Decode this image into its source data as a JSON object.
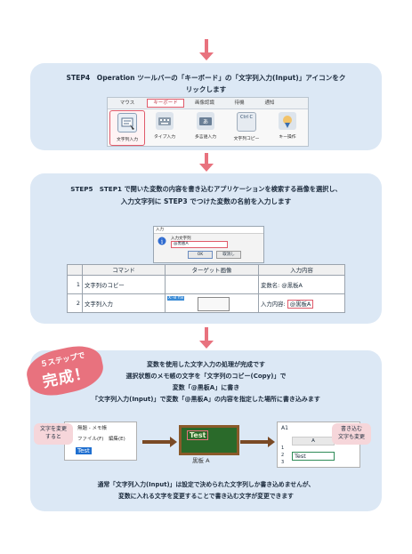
{
  "colors": {
    "accent_pink": "#e8727e",
    "panel_blue": "#dce8f5",
    "board_green": "#2a6a2a",
    "board_frame": "#8a5a2a"
  },
  "step4": {
    "line1": "STEP4　Operation ツールバーの「キーボード」の「文字列入力(Input)」アイコンをク",
    "line2": "リックします",
    "tabs": [
      "マウス",
      "キーボード",
      "画像認識",
      "待機",
      "通知"
    ],
    "items": [
      {
        "label": "文字列入力",
        "icon": "text-input-icon"
      },
      {
        "label": "タイプ入力",
        "icon": "type-input-icon"
      },
      {
        "label": "多言語入力",
        "icon": "multilang-input-icon"
      },
      {
        "label": "文字列コピー",
        "icon": "ctrl-c-icon",
        "icon_text": "Ctrl C"
      },
      {
        "label": "キー操作",
        "icon": "key-press-icon"
      }
    ]
  },
  "step5": {
    "line1": "STEP5　STEP1 で開いた変数の内容を書き込むアプリケーションを検索する画像を選択し、",
    "line2": "入力文字列に STEP3 でつけた変数の名前を入力します",
    "dialog": {
      "title": "入力",
      "field_label": "入力文字列",
      "field_value": "@黒板A",
      "ok": "OK",
      "cancel": "取消し"
    },
    "table": {
      "headers": [
        "コマンド",
        "ターゲット画像",
        "入力内容"
      ],
      "rows": [
        {
          "no": "1",
          "command": "文字列のコピー",
          "target": "",
          "content": "変数名: @黒板A"
        },
        {
          "no": "2",
          "command": "文字列入力",
          "target": "X:-8 Y:8",
          "content_prefix": "入力内容:",
          "content_value": "@黒板A"
        }
      ]
    }
  },
  "final": {
    "badge_line1": "５ステップで",
    "badge_line2": "完成！",
    "lines": [
      "変数を使用した文字入力の処理が完成です",
      "選択状態のメモ帳の文字を「文字列のコピー(Copy)」で",
      "変数「@黒板A」に書き",
      "「文字列入力(Input)」で変数「@黒板A」の内容を指定した場所に書き込みます"
    ],
    "left_tag": "文字を変更\nすると",
    "right_tag": "書き込む\n文字も変更",
    "notepad": {
      "title": "無題 - メモ帳",
      "menu": "ファイル(F)　編集(E)",
      "text": "Test"
    },
    "board": {
      "text": "Test",
      "label": "黒板 A"
    },
    "excel": {
      "cell_ref": "A1",
      "col": "A",
      "rows": [
        "1",
        "2",
        "3"
      ],
      "value": "Test"
    },
    "bottom1": "通常「文字列入力(Input)」は設定で決められた文字列しか書き込めませんが、",
    "bottom2": "変数に入れる文字を変更することで書き込む文字が変更できます"
  }
}
